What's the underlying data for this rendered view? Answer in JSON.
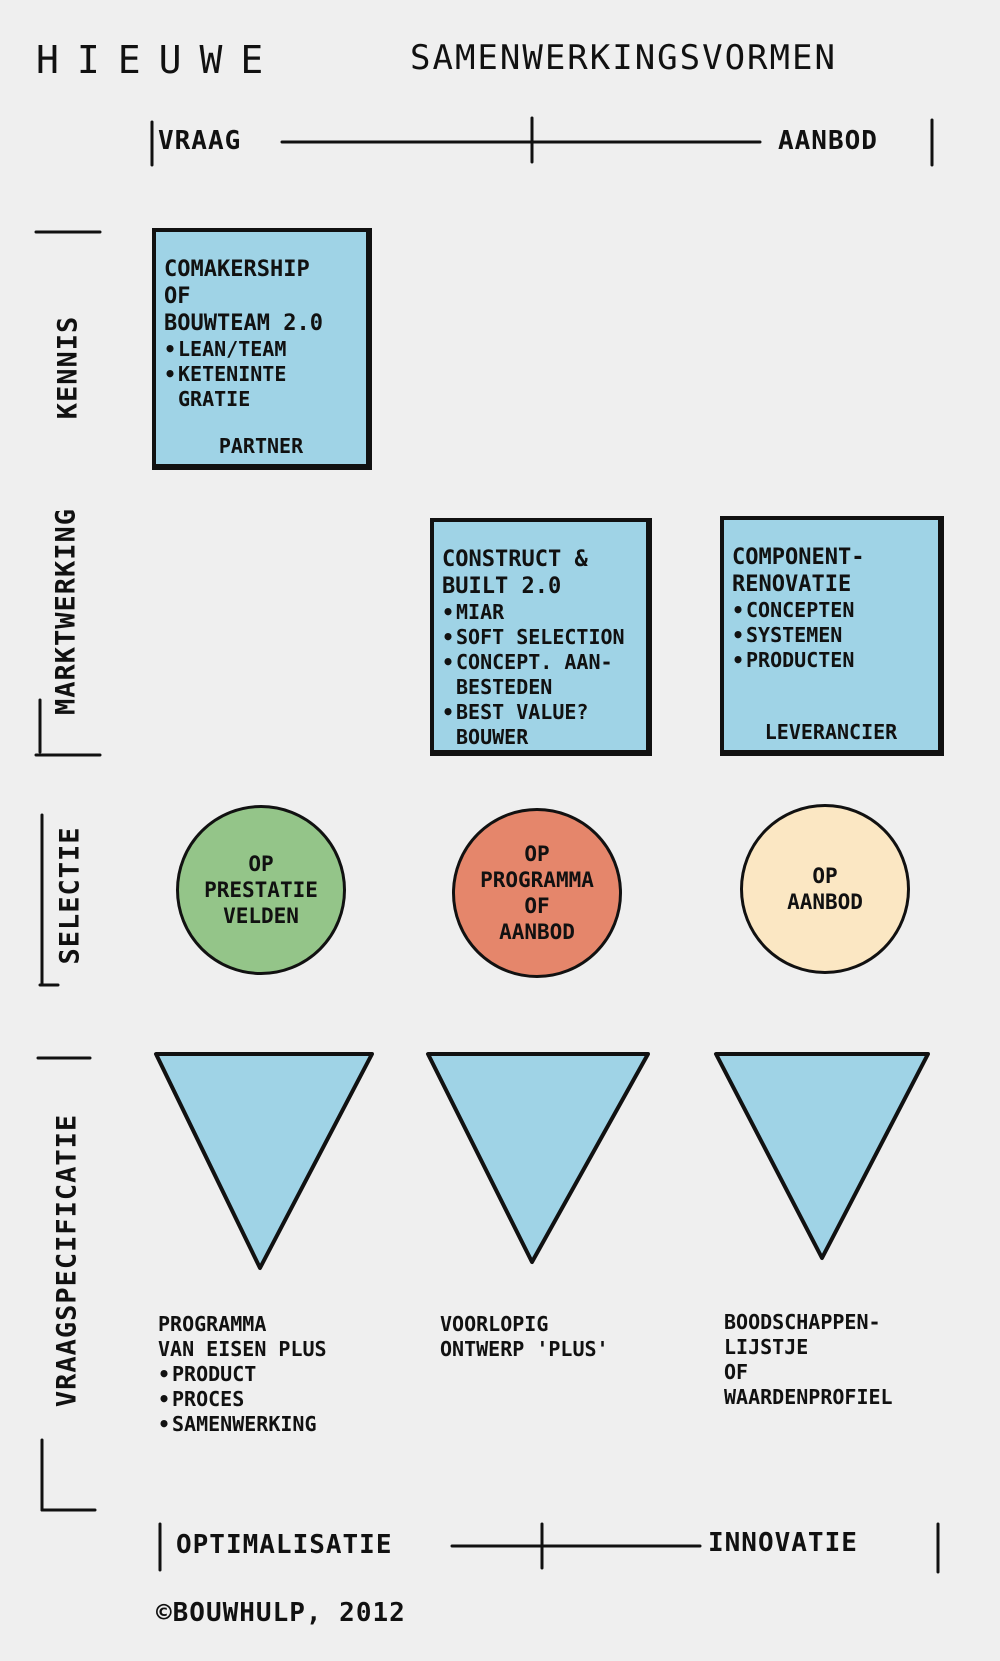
{
  "title": {
    "left": "HIEUWE",
    "right": "SAMENWERKINGSVORMEN"
  },
  "top_axis": {
    "left": "VRAAG",
    "right": "AANBOD"
  },
  "rows": {
    "kennis": "KENNIS",
    "marktwerking": "MARKTWERKING",
    "selectie": "SELECTIE",
    "vraagspecificatie": "VRAAGSPECIFICATIE"
  },
  "boxes": [
    {
      "title": "COMAKERSHIP\nOF\nBOUWTEAM 2.0",
      "items": [
        "LEAN/TEAM",
        "KETENINTE\nGRATIE"
      ],
      "footer": "PARTNER"
    },
    {
      "title": "CONSTRUCT &\nBUILT   2.0",
      "items": [
        "MIAR",
        "SOFT SELECTION",
        "CONCEPT. AAN-\nBESTEDEN",
        "BEST VALUE?\nBOUWER"
      ],
      "footer": ""
    },
    {
      "title": "COMPONENT-\nRENOVATIE",
      "items": [
        "CONCEPTEN",
        "SYSTEMEN",
        "PRODUCTEN"
      ],
      "footer": "LEVERANCIER"
    }
  ],
  "circles": [
    {
      "text": "OP\nPRESTATIE\nVELDEN",
      "color": "#94c589"
    },
    {
      "text": "OP\nPROGRAMMA\nOF\nAANBOD",
      "color": "#e5866b"
    },
    {
      "text": "OP\nAANBOD",
      "color": "#fbe7c3"
    }
  ],
  "triangle_color": "#9fd3e6",
  "specs": [
    {
      "title": "PROGRAMMA\nVAN EISEN PLUS",
      "items": [
        "PRODUCT",
        "PROCES",
        "SAMENWERKING"
      ]
    },
    {
      "title": "VOORLOPIG\nONTWERP 'PLUS'",
      "items": []
    },
    {
      "title": "BOODSCHAPPEN-\nLIJSTJE\nOF\nWAARDENPROFIEL",
      "items": []
    }
  ],
  "bottom_axis": {
    "left": "OPTIMALISATIE",
    "right": "INNOVATIE"
  },
  "credit": "©BOUWHULP, 2012"
}
